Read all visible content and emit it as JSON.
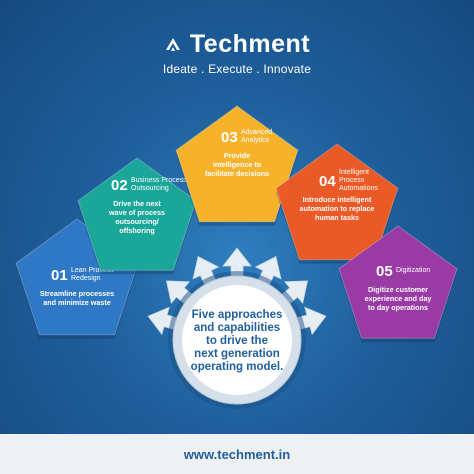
{
  "header": {
    "brand": "Techment",
    "tagline": "Ideate . Execute . Innovate"
  },
  "steps": [
    {
      "number": "01",
      "title": [
        "Lean Process",
        "Redesign"
      ],
      "description": [
        "Streamline processes",
        "and minimize waste"
      ],
      "color": "#2e78c5"
    },
    {
      "number": "02",
      "title": [
        "Business Process",
        "Outsourcing"
      ],
      "description": [
        "Drive the next",
        "wave of process",
        "outsourcing/",
        "offshoring"
      ],
      "color": "#1aa79a"
    },
    {
      "number": "03",
      "title": [
        "Advanced",
        "Analytics"
      ],
      "description": [
        "Provide",
        "intelligence to",
        "facilitate decisions"
      ],
      "color": "#f7b22c"
    },
    {
      "number": "04",
      "title": [
        "Intelligent",
        "Process",
        "Automations"
      ],
      "description": [
        "Introduce intelligent",
        "automation to replace",
        "human tasks"
      ],
      "color": "#ea5a26"
    },
    {
      "number": "05",
      "title": [
        "Digitization"
      ],
      "description": [
        "Digitize customer",
        "experience and day",
        "to day operations"
      ],
      "color": "#9a3aa5"
    }
  ],
  "center": {
    "text": [
      "Five approaches",
      "and capabilities",
      "to drive the",
      "next generation",
      "operating model."
    ]
  },
  "footer": {
    "url": "www.techment.in"
  },
  "icons": {
    "logo": "techment-logo-icon",
    "arrows": "arrow-icon"
  }
}
